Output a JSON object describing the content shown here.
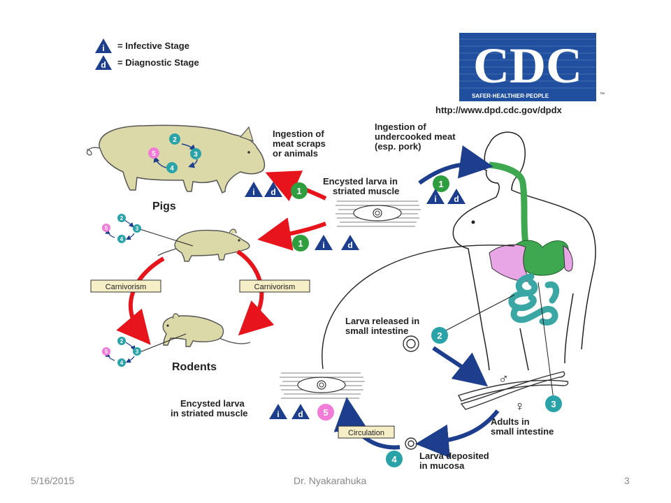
{
  "legend": {
    "infective_letter": "i",
    "infective_label": "= Infective Stage",
    "diagnostic_letter": "d",
    "diagnostic_label": "= Diagnostic Stage"
  },
  "logo": {
    "text": "CDC",
    "tagline": "SAFER·HEALTHIER·PEOPLE",
    "trademark": "™",
    "url": "http://www.dpd.cdc.gov/dpdx"
  },
  "labels": {
    "ingestion_scraps": [
      "Ingestion of",
      "meat scraps",
      "or animals"
    ],
    "ingestion_undercooked": [
      "Ingestion of",
      "undercooked meat",
      "(esp. pork)"
    ],
    "encysted_top": [
      "Encysted larva in",
      "striated muscle"
    ],
    "pigs": "Pigs",
    "rodents": "Rodents",
    "carnivorism_left": "Carnivorism",
    "carnivorism_right": "Carnivorism",
    "larva_released": [
      "Larva released in",
      "small intestine"
    ],
    "encysted_bottom": [
      "Encysted larva",
      "in striated muscle"
    ],
    "adults": [
      "Adults in",
      "small intestine"
    ],
    "larva_deposited": [
      "Larva deposited",
      "in mucosa"
    ],
    "circulation": "Circulation",
    "male_symbol": "♂",
    "female_symbol": "♀"
  },
  "stage_numbers": {
    "one": "1",
    "two": "2",
    "three": "3",
    "four": "4",
    "five": "5"
  },
  "colors": {
    "stage_green": "#2e9e3e",
    "stage_teal": "#2aa3a8",
    "stage_pink": "#f07cd8",
    "triangle_blue": "#1d3e8c",
    "arrow_red": "#e8141c",
    "arrow_blue": "#1d3e8c",
    "animal_fill": "#dcd9a8",
    "gut_green": "#3da84f",
    "liver_pink": "#e9a6e6",
    "intestine_teal": "#3aa7a5",
    "cdc_blue": "#1f4f9e"
  },
  "footer": {
    "date": "5/16/2015",
    "author": "Dr. Nyakarahuka",
    "page": "3"
  }
}
